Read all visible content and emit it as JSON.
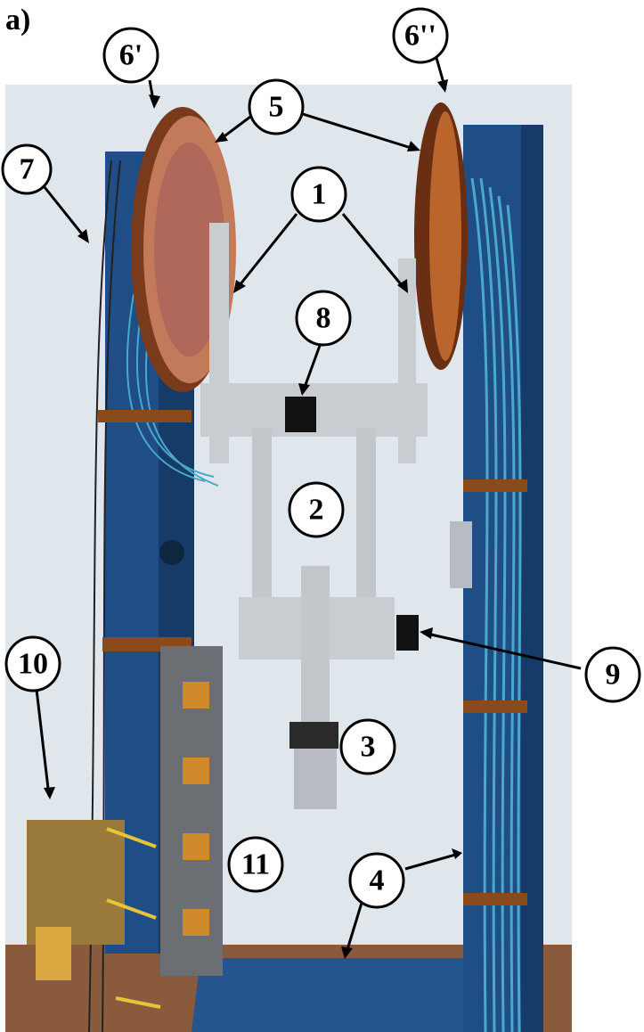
{
  "panel_label": "a)",
  "callouts": [
    {
      "id": "c6a",
      "label": "6'"
    },
    {
      "id": "c6b",
      "label": "6''"
    },
    {
      "id": "c5",
      "label": "5"
    },
    {
      "id": "c7",
      "label": "7"
    },
    {
      "id": "c1",
      "label": "1"
    },
    {
      "id": "c8",
      "label": "8"
    },
    {
      "id": "c2",
      "label": "2"
    },
    {
      "id": "c10",
      "label": "10"
    },
    {
      "id": "c9",
      "label": "9"
    },
    {
      "id": "c3",
      "label": "3"
    },
    {
      "id": "c11",
      "label": "11"
    },
    {
      "id": "c4",
      "label": "4"
    }
  ],
  "colors": {
    "background": "#dfe7ec",
    "column_blue": "#1f4d86",
    "copper": "#b9652c",
    "aluminum": "#c9ccd0",
    "cable_blue": "#4aa9c9",
    "floor": "#8a5a3c"
  }
}
